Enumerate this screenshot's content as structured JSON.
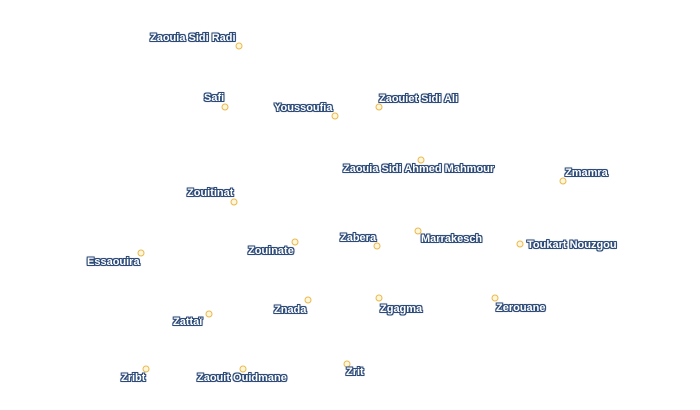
{
  "places": [
    {
      "name": "Zaouia Sidi Radi"
    },
    {
      "name": "Safi"
    },
    {
      "name": "Youssoufia"
    },
    {
      "name": "Zaouiet Sidi Ali"
    },
    {
      "name": "Zaouia Sidi Ahmed Mahmour"
    },
    {
      "name": "Zmamra"
    },
    {
      "name": "Zouitinat"
    },
    {
      "name": "Zabera"
    },
    {
      "name": "Marrakesch"
    },
    {
      "name": "Toukart Nouzgou"
    },
    {
      "name": "Zouinate"
    },
    {
      "name": "Essaouira"
    },
    {
      "name": "Znada"
    },
    {
      "name": "Zgagma"
    },
    {
      "name": "Zerouane"
    },
    {
      "name": "Zattaï"
    },
    {
      "name": "Zribt"
    },
    {
      "name": "Zaouit Ouidmane"
    },
    {
      "name": "Zrit"
    }
  ],
  "colors": {
    "marker_stroke": "#e8b84a",
    "label_halo": "#2c4a78",
    "label_text": "#ffffff"
  }
}
